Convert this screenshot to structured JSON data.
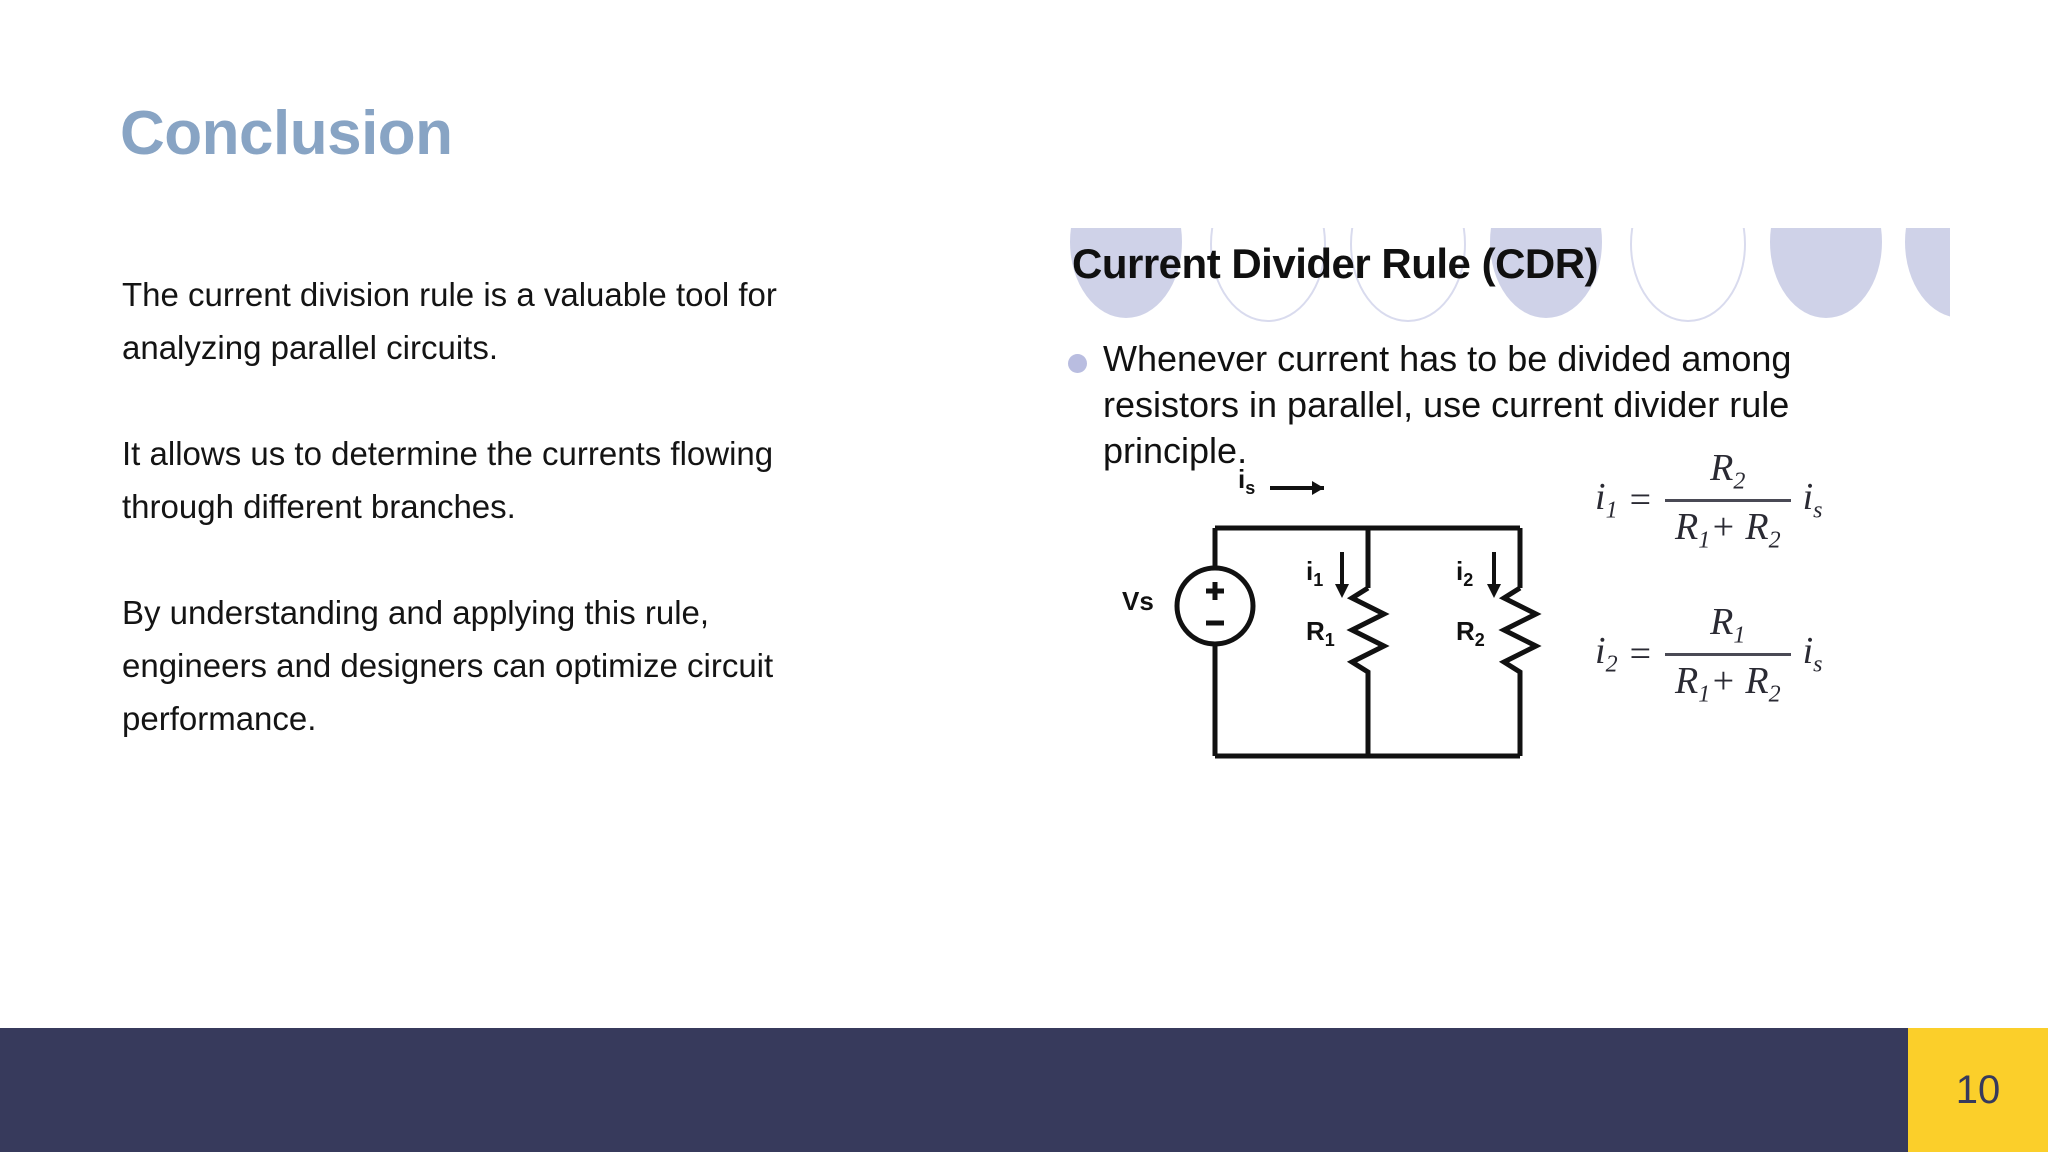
{
  "slide": {
    "title": "Conclusion",
    "page_number": "10",
    "accent_title_color": "#88a4c4",
    "footer_color": "#373a5c",
    "page_block_color": "#fbcf2a"
  },
  "body": {
    "paragraphs": [
      "The current division rule is a valuable tool for analyzing parallel circuits.",
      "It allows us to determine the currents flowing through different branches.",
      "By understanding and applying this rule, engineers and designers can optimize circuit performance."
    ]
  },
  "figure": {
    "title": "Current Divider Rule (CDR)",
    "bullet": "Whenever current has to be divided among resistors in parallel, use current divider rule principle.",
    "bullet_color": "#b9bde0",
    "circuit": {
      "source_label": "Vs",
      "source_plus": "+",
      "source_minus": "–",
      "source_current_label": "i",
      "source_current_sub": "s",
      "branch1_current_label": "i",
      "branch1_current_sub": "1",
      "branch1_resistor_label": "R",
      "branch1_resistor_sub": "1",
      "branch2_current_label": "i",
      "branch2_current_sub": "2",
      "branch2_resistor_label": "R",
      "branch2_resistor_sub": "2"
    },
    "equations": [
      {
        "lhs": "i",
        "lhs_sub": "1",
        "equals": "=",
        "numerator": "R",
        "numerator_sub": "2",
        "denominator": "R",
        "denominator_sub1": "1",
        "denominator_plus": "+ R",
        "denominator_sub2": "2",
        "rhs": "i",
        "rhs_sub": "s"
      },
      {
        "lhs": "i",
        "lhs_sub": "2",
        "equals": "=",
        "numerator": "R",
        "numerator_sub": "1",
        "denominator": "R",
        "denominator_sub1": "1",
        "denominator_plus": "+ R",
        "denominator_sub2": "2",
        "rhs": "i",
        "rhs_sub": "s"
      }
    ]
  }
}
